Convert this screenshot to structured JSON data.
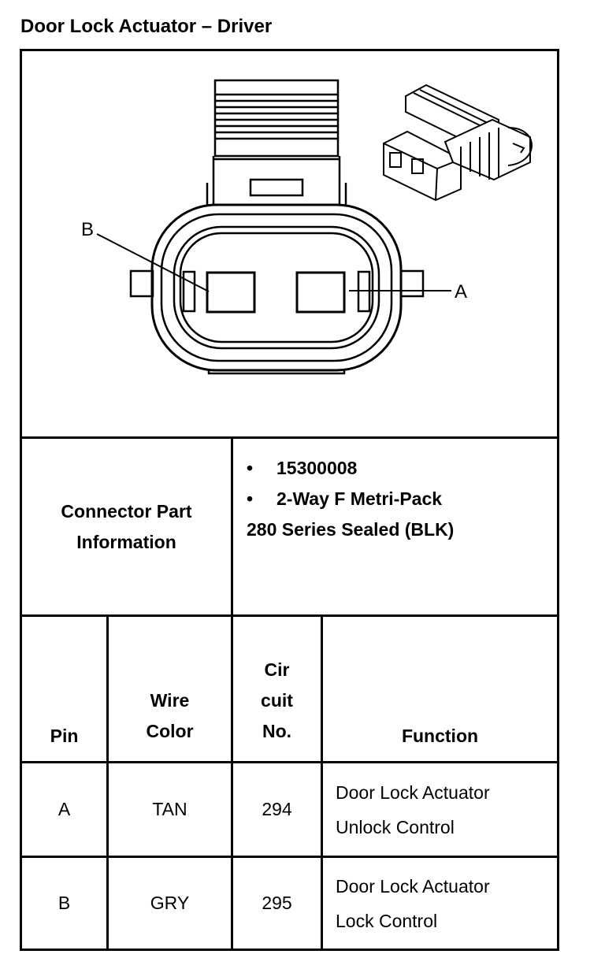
{
  "title": "Door Lock Actuator – Driver",
  "diagram": {
    "label_a": "A",
    "label_b": "B"
  },
  "connector_info": {
    "label_line1": "Connector Part",
    "label_line2": "Information",
    "bullet": "•",
    "part_number": "15300008",
    "description_line1": "2-Way F Metri-Pack",
    "description_line2": "280 Series Sealed (BLK)"
  },
  "table": {
    "headers": {
      "pin": "Pin",
      "wire_line1": "Wire",
      "wire_line2": "Color",
      "circuit_line1": "Cir",
      "circuit_line2": "cuit",
      "circuit_line3": "No.",
      "function": "Function"
    },
    "rows": [
      {
        "pin": "A",
        "wire": "TAN",
        "circuit": "294",
        "function_line1": "Door Lock Actuator",
        "function_line2": "Unlock Control"
      },
      {
        "pin": "B",
        "wire": "GRY",
        "circuit": "295",
        "function_line1": "Door Lock Actuator",
        "function_line2": "Lock Control"
      }
    ]
  }
}
